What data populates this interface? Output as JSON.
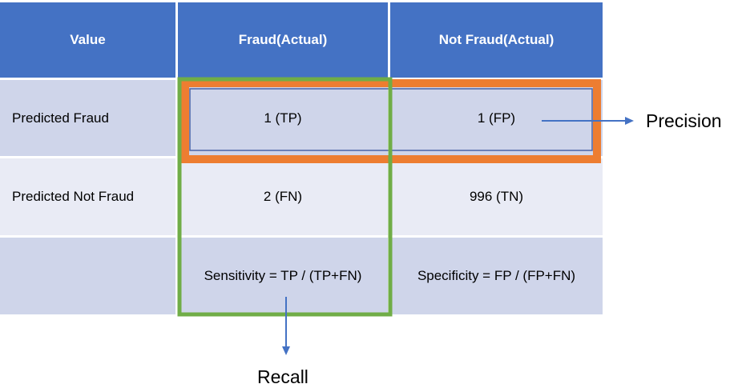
{
  "table": {
    "headers": [
      "Value",
      "Fraud(Actual)",
      "Not Fraud(Actual)"
    ],
    "rows": [
      {
        "label": "Predicted Fraud",
        "fraud": "1 (TP)",
        "not_fraud": "1 (FP)"
      },
      {
        "label": "Predicted Not Fraud",
        "fraud": "2 (FN)",
        "not_fraud": "996 (TN)"
      },
      {
        "label": "",
        "fraud": "Sensitivity = TP / (TP+FN)",
        "not_fraud": "Specificity = FP / (FP+FN)"
      }
    ]
  },
  "annotations": {
    "precision_label": "Precision",
    "recall_label": "Recall"
  },
  "colors": {
    "header_bg": "#4472c4",
    "row_dark": "#cfd5ea",
    "row_light": "#e9ebf5",
    "precision_box": "#ed7d31",
    "recall_box": "#70ad47",
    "arrow": "#4472c4"
  }
}
